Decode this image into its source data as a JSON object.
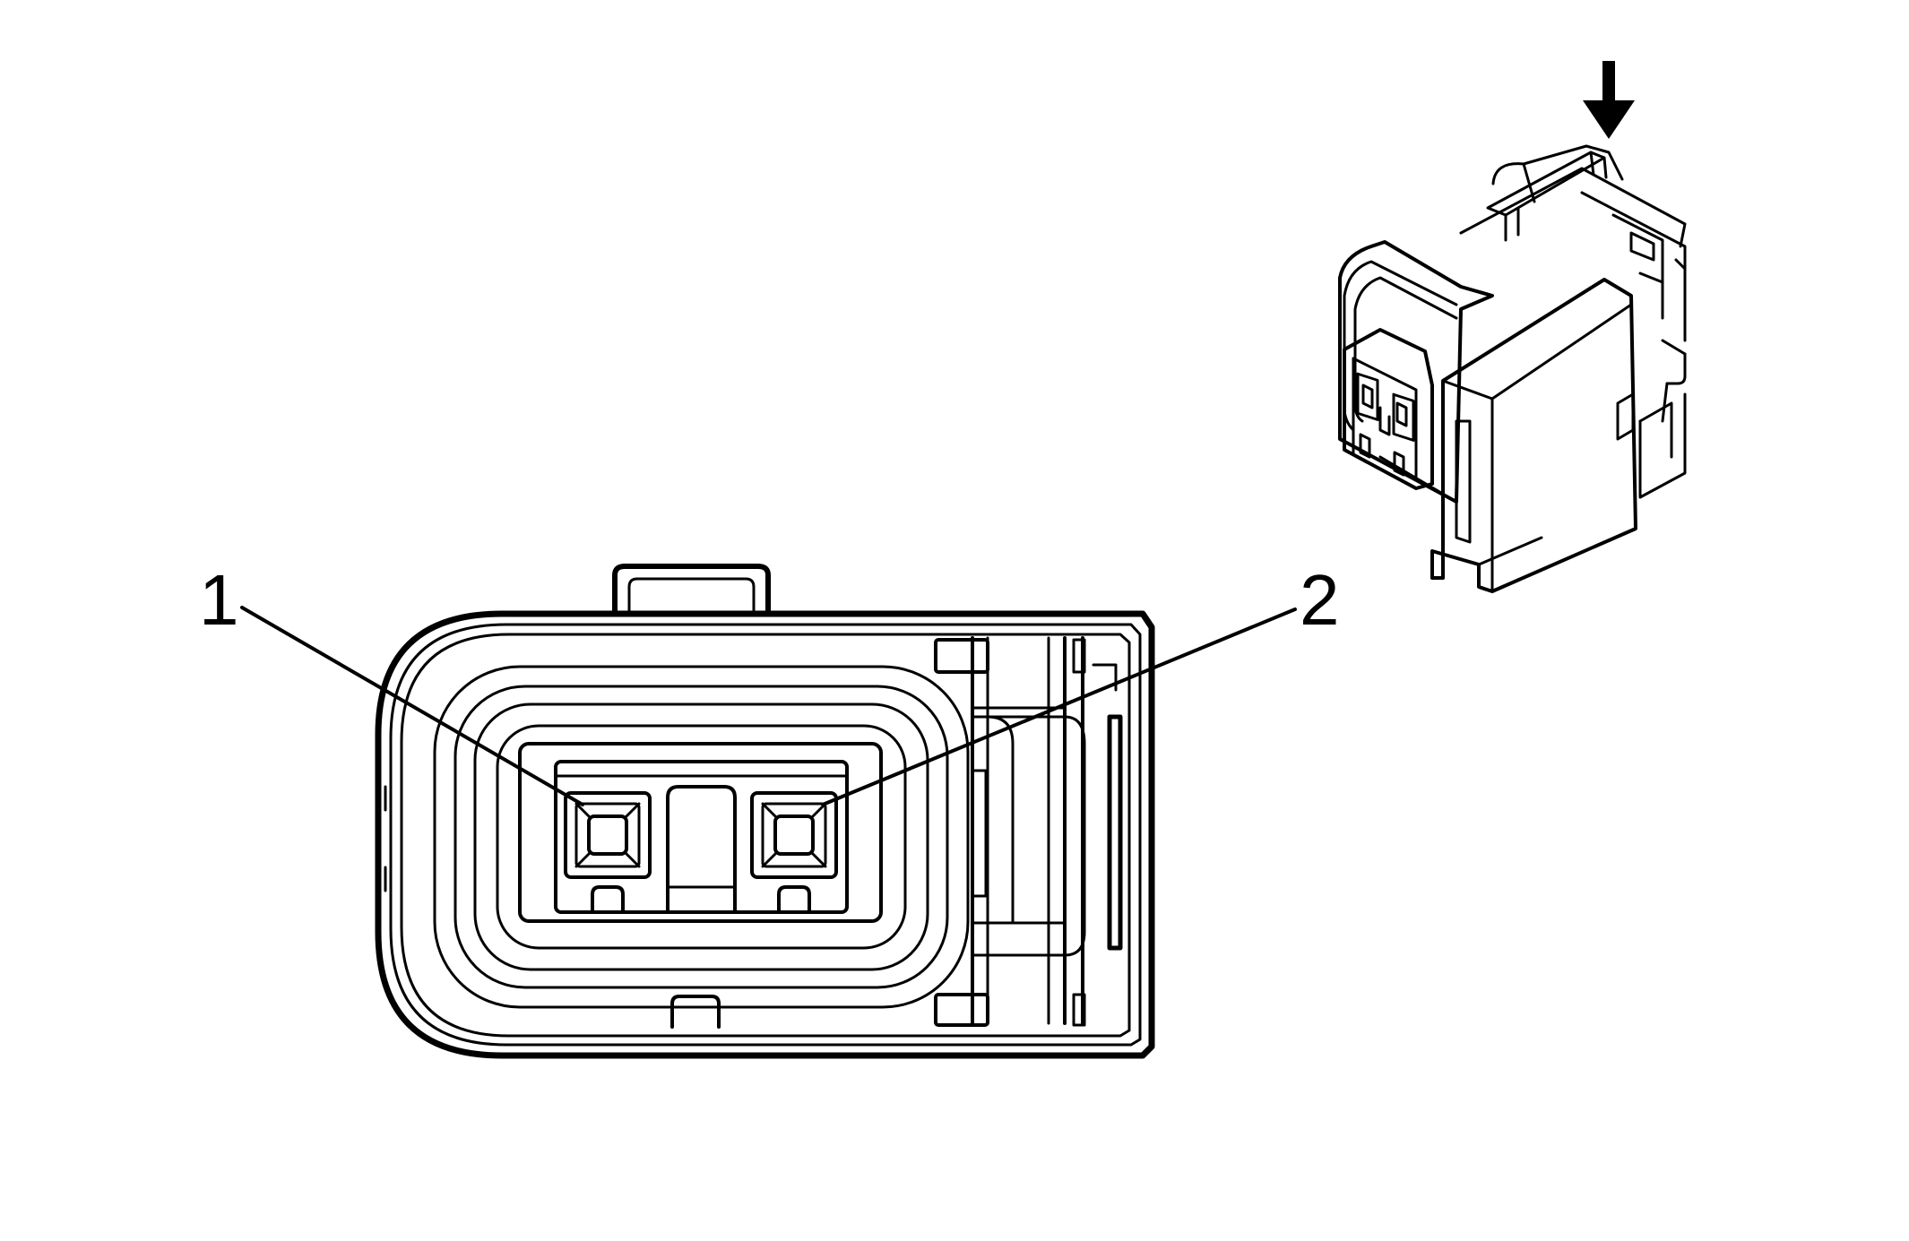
{
  "diagram": {
    "background": "#ffffff",
    "line_color": "#000000",
    "callouts": [
      {
        "id": "pin-1",
        "label": "1"
      },
      {
        "id": "pin-2",
        "label": "2"
      }
    ],
    "inset": {
      "icon": "down-arrow-icon",
      "subject": "connector-isometric-view"
    }
  }
}
